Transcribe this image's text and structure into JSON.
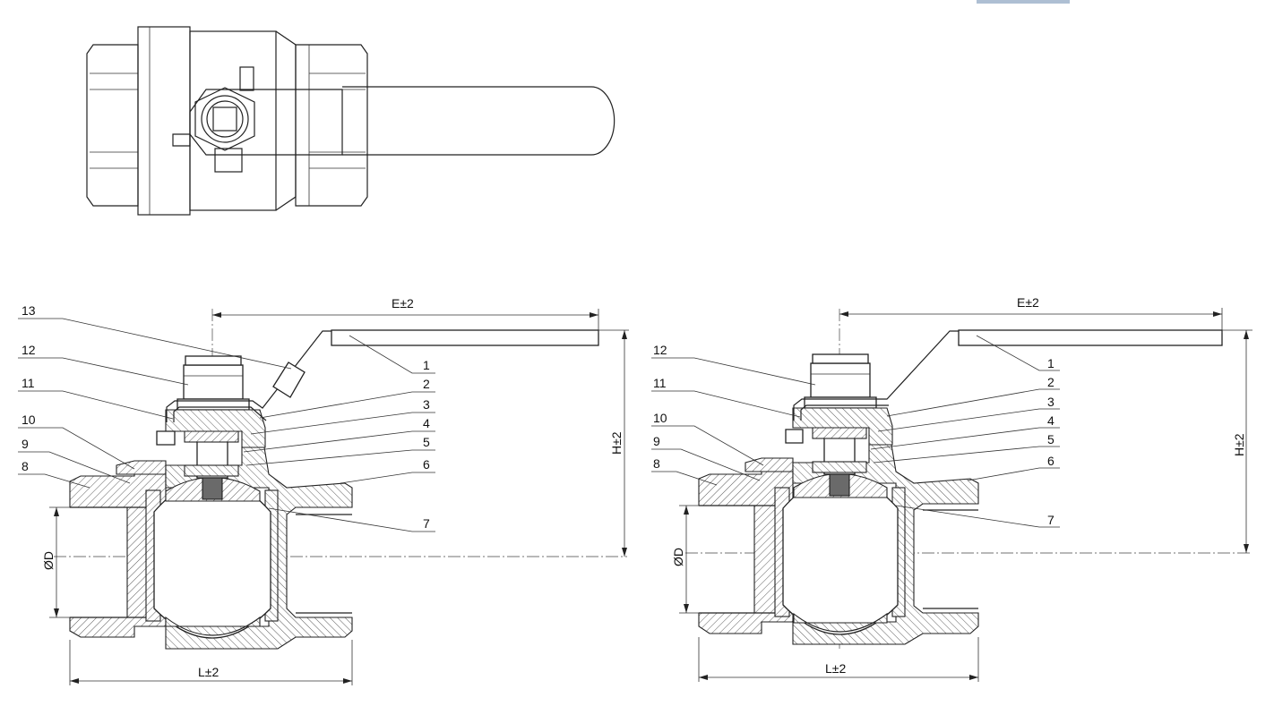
{
  "drawing": {
    "left_view": {
      "dimensions": {
        "width": "E±2",
        "height": "H±2",
        "length": "L±2",
        "diameter": "ØD"
      },
      "callouts": [
        "1",
        "2",
        "3",
        "4",
        "5",
        "6",
        "7",
        "8",
        "9",
        "10",
        "11",
        "12",
        "13"
      ]
    },
    "right_view": {
      "dimensions": {
        "width": "E±2",
        "height": "H±2",
        "length": "L±2",
        "diameter": "ØD"
      },
      "callouts": [
        "1",
        "2",
        "3",
        "4",
        "5",
        "6",
        "7",
        "8",
        "9",
        "10",
        "11",
        "12"
      ]
    },
    "colors": {
      "line": "#222222",
      "background": "#ffffff",
      "thumbnail": "#aebfd3"
    }
  }
}
